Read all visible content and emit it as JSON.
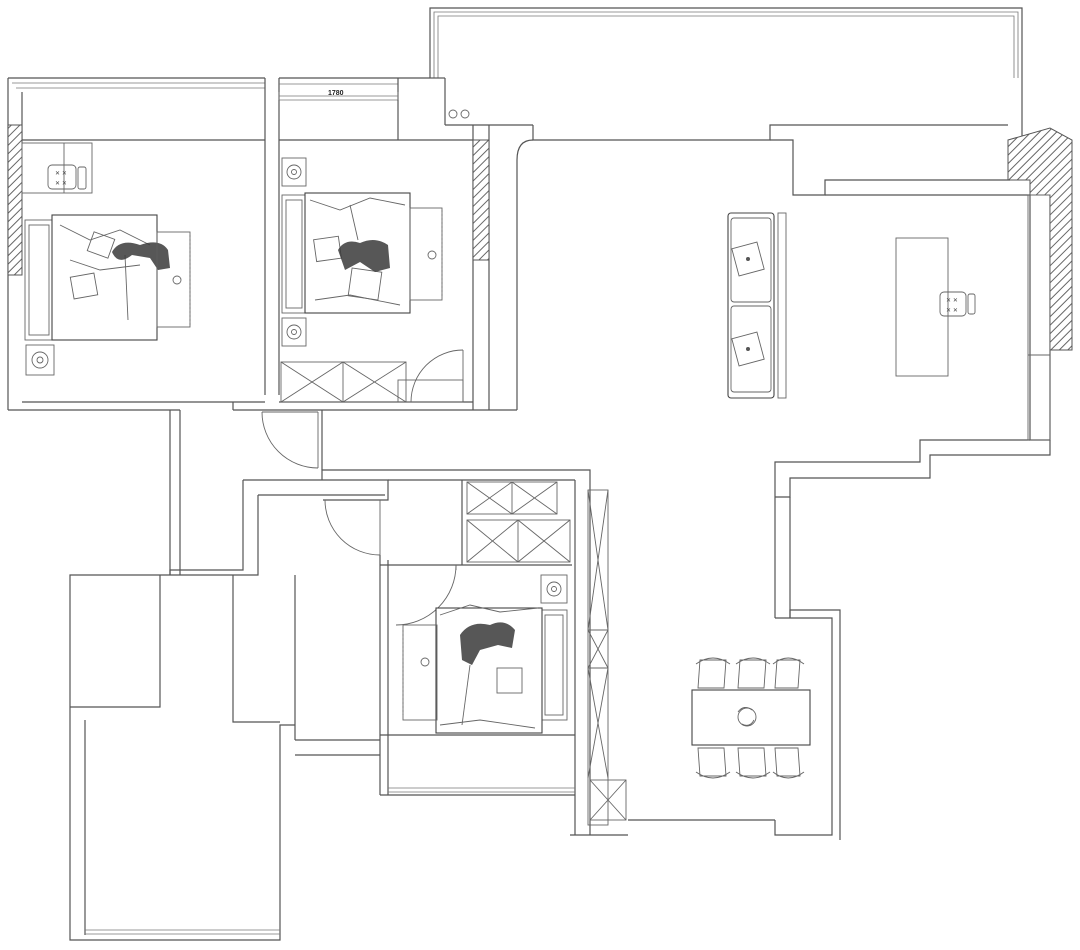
{
  "plan": {
    "dimension_label": "1780",
    "colors": {
      "line": "#555555",
      "hatch": "#666666",
      "blot": "#3a3a3a",
      "background": "#ffffff"
    },
    "icons": [
      "hatched-wall",
      "bed",
      "chair",
      "door-swing",
      "wardrobe",
      "sofa",
      "desk",
      "dining-table",
      "bedside-lamp"
    ]
  }
}
